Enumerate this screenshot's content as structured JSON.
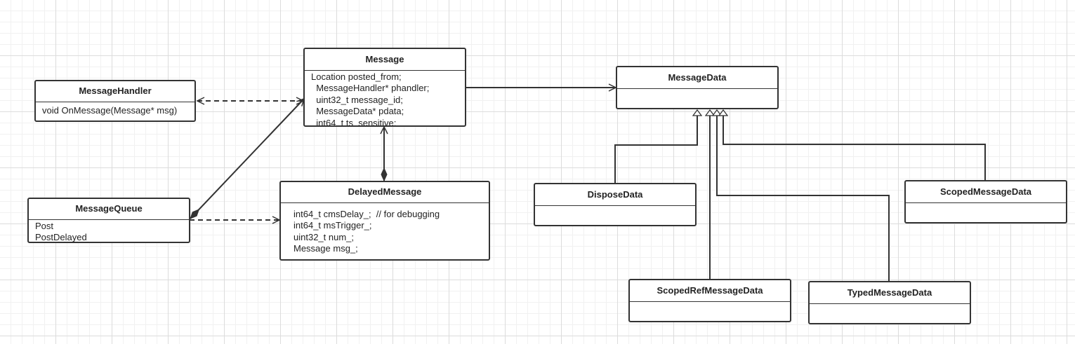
{
  "diagram": {
    "classes": {
      "message_handler": {
        "name": "MessageHandler",
        "members": [
          "void OnMessage(Message* msg)"
        ]
      },
      "message": {
        "name": "Message",
        "members": [
          "Location posted_from;",
          "  MessageHandler* phandler;",
          "  uint32_t message_id;",
          "  MessageData* pdata;",
          "  int64_t ts_sensitive;"
        ]
      },
      "message_data": {
        "name": "MessageData",
        "members": []
      },
      "message_queue": {
        "name": "MessageQueue",
        "members": [
          "Post",
          "PostDelayed"
        ]
      },
      "delayed_message": {
        "name": "DelayedMessage",
        "members": [
          "int64_t cmsDelay_;  // for debugging",
          "int64_t msTrigger_;",
          "uint32_t num_;",
          "Message msg_;"
        ]
      },
      "dispose_data": {
        "name": "DisposeData",
        "members": []
      },
      "scoped_message_data": {
        "name": "ScopedMessageData",
        "members": []
      },
      "scoped_ref_message_data": {
        "name": "ScopedRefMessageData",
        "members": []
      },
      "typed_message_data": {
        "name": "TypedMessageData",
        "members": []
      }
    },
    "relations": [
      {
        "from": "message_handler",
        "to": "message",
        "type": "dependency",
        "arrows": "both"
      },
      {
        "from": "message",
        "to": "message_data",
        "type": "association"
      },
      {
        "from": "message_queue",
        "to": "message",
        "type": "composition"
      },
      {
        "from": "message_queue",
        "to": "delayed_message",
        "type": "dependency"
      },
      {
        "from": "delayed_message",
        "to": "message",
        "type": "composition"
      },
      {
        "from": "dispose_data",
        "to": "message_data",
        "type": "inheritance"
      },
      {
        "from": "scoped_ref_message_data",
        "to": "message_data",
        "type": "inheritance"
      },
      {
        "from": "typed_message_data",
        "to": "message_data",
        "type": "inheritance"
      },
      {
        "from": "scoped_message_data",
        "to": "message_data",
        "type": "inheritance"
      }
    ],
    "colors": {
      "line": "#333333",
      "grid": "#dcdcdc",
      "background": "#ffffff"
    }
  }
}
